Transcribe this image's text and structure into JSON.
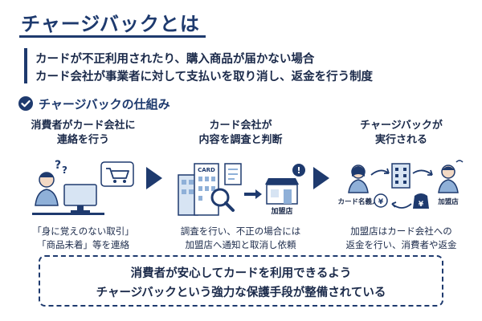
{
  "title": "チャージバックとは",
  "definition": {
    "line1": "カードが不正利用されたり、購入商品が届かない場合",
    "line2": "カード会社が事業者に対して支払いを取り消し、返金を行う制度"
  },
  "section_heading": "チャージバックの仕組み",
  "steps": [
    {
      "title_line1": "消費者がカード会社に",
      "title_line2": "連絡を行う",
      "desc_line1": "「身に覚えのない取引」",
      "desc_line2": "「商品未着」等を連絡"
    },
    {
      "title_line1": "カード会社が",
      "title_line2": "内容を調査と判断",
      "illus_card_text": "CARD",
      "illus_store_label": "加盟店",
      "desc_line1": "調査を行い、不正の場合には",
      "desc_line2": "加盟店へ通知と取消し依頼"
    },
    {
      "title_line1": "チャージバックが",
      "title_line2": "実行される",
      "illus_holder_label": "カード名義人",
      "illus_store_label": "加盟店",
      "desc_line1": "加盟店はカード会社への",
      "desc_line2": "返金を行い、消費者や返金"
    }
  ],
  "summary": {
    "line1": "消費者が安心してカードを利用できるよう",
    "line2": "チャージバックという強力な保護手段が整備されている"
  },
  "colors": {
    "navy": "#1e3a6e",
    "light_blue": "#d7e4f3",
    "mid_blue": "#8fb0d8",
    "skin": "#f3d9c4"
  }
}
